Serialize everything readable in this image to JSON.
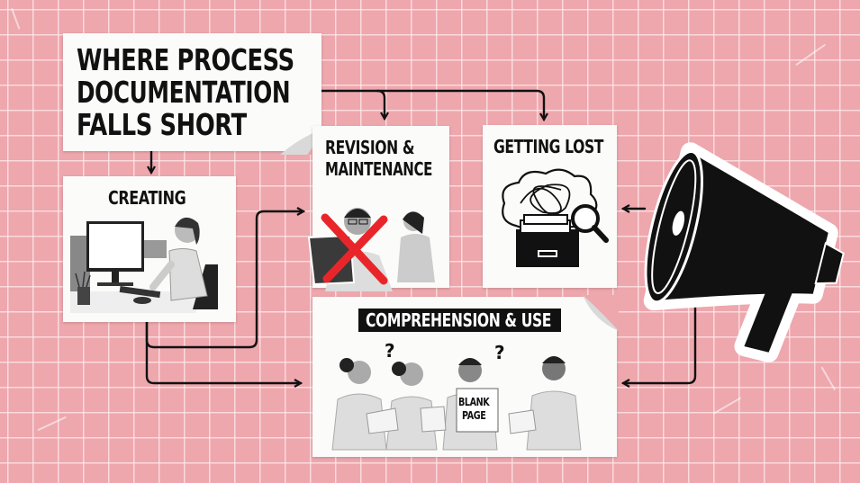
{
  "title": {
    "lines": [
      "WHERE PROCESS",
      "DOCUMENTATION",
      "FALLS SHORT"
    ]
  },
  "nodes": {
    "creating": {
      "label": "CREATING",
      "illustration": "woman-with-headset-typing-at-computer"
    },
    "revision": {
      "label_lines": [
        "REVISION &",
        "MAINTENANCE"
      ],
      "illustration": "man-reading-book-crossed-out-and-woman-on-phone"
    },
    "getting_lost": {
      "label": "GETTING LOST",
      "illustration": "tangled-cloud-file-drawer-magnifier"
    },
    "comprehension": {
      "label": "COMPREHENSION & USE",
      "sign_text": [
        "BLANK",
        "PAGE"
      ],
      "question_marks": [
        "?",
        "?"
      ],
      "illustration": "four-confused-people-holding-papers"
    },
    "megaphone": {
      "illustration": "megaphone-sticker"
    }
  },
  "colors": {
    "background": "#eda7ad",
    "grid": "#ffebee",
    "card": "#fbfbfa",
    "ink": "#111111",
    "cross": "#e8262a"
  }
}
